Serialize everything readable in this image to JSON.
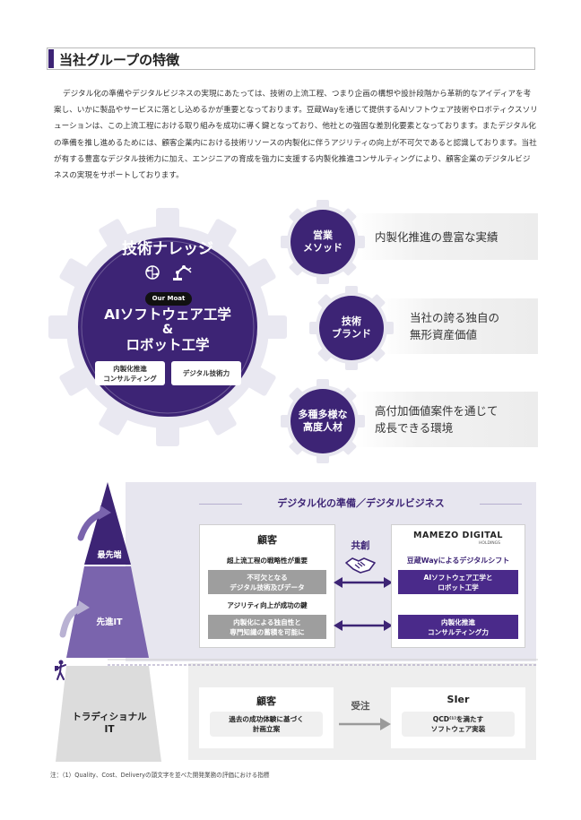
{
  "section": {
    "title": "当社グループの特徴",
    "intro": "デジタル化の準備やデジタルビジネスの実現にあたっては、技術の上流工程、つまり企画の構想や設計段階から革新的なアイディアを考案し、いかに製品やサービスに落とし込めるかが重要となっております。豆蔵Wayを通じて提供するAIソフトウェア技術やロボティクスソリューションは、この上流工程における取り組みを成功に導く鍵となっており、他社との強固な差別化要素となっております。またデジタル化の準備を推し進めるためには、顧客企業内における技術リソースの内製化に伴うアジリティの向上が不可欠であると認識しております。当社が有する豊富なデジタル技術力に加え、エンジニアの育成を強力に支援する内製化推進コンサルティングにより、顧客企業のデジタルビジネスの実現をサポートしております。"
  },
  "gear": {
    "title": "技術ナレッジ",
    "moat": "Our Moat",
    "core_line1": "AIソフトウェア工学",
    "core_amp": "&",
    "core_line2": "ロボット工学",
    "pill_left_1": "内製化推進",
    "pill_left_2": "コンサルティング",
    "pill_right": "デジタル技術力",
    "icons": [
      "brain-chip-icon",
      "robot-arm-icon"
    ]
  },
  "strengths": [
    {
      "bubble_1": "営業",
      "bubble_2": "メソッド",
      "text_1": "内製化推進の豊富な実績",
      "text_2": ""
    },
    {
      "bubble_1": "技術",
      "bubble_2": "ブランド",
      "text_1": "当社の誇る独自の",
      "text_2": "無形資産価値"
    },
    {
      "bubble_1": "多種多様な",
      "bubble_2": "高度人材",
      "text_1": "高付加価値案件を通じて",
      "text_2": "成長できる環境"
    }
  ],
  "pyramid": {
    "top": "最先端",
    "middle": "先進IT",
    "bottom_1": "トラディショナル",
    "bottom_2": "IT"
  },
  "digital": {
    "heading": "デジタル化の準備／デジタルビジネス",
    "customer_title": "顧客",
    "cust_label_1": "超上流工程の戦略性が重要",
    "cust_pill_1a": "不可欠となる",
    "cust_pill_1b": "デジタル技術及びデータ",
    "cust_label_2": "アジリティ向上が成功の鍵",
    "cust_pill_2a": "内製化による独自性と",
    "cust_pill_2b": "専門知識の蓄積を可能に",
    "cocreate": "共創",
    "mamezo_logo": "MAMEZO DIGITAL",
    "mamezo_sub": "HOLDINGS",
    "mamezo_way": "豆蔵Wayによるデジタルシフト",
    "mz_pill_1a": "AIソフトウェア工学と",
    "mz_pill_1b": "ロボット工学",
    "mz_pill_2a": "内製化推進",
    "mz_pill_2b": "コンサルティング力"
  },
  "traditional": {
    "customer_title": "顧客",
    "customer_pill_1": "過去の成功体験に基づく",
    "customer_pill_2": "計画立案",
    "order": "受注",
    "sier_title": "SIer",
    "sier_pill_1": "QCD⁽¹⁾を満たす",
    "sier_pill_2": "ソフトウェア実装"
  },
  "footnote": "注：（1）Quality、Cost、Deliveryの頭文字を並べた開発業務の評価における指標",
  "colors": {
    "brand_purple": "#3d2475",
    "light_purple": "#e7e6ef",
    "gray": "#9e9e9e"
  }
}
